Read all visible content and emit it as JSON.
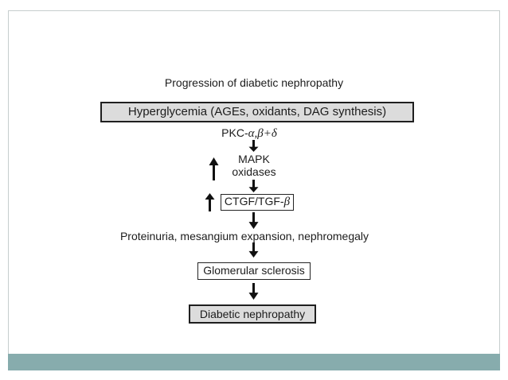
{
  "slide": {
    "title": "Progression of diabetic nephropathy"
  },
  "flow": {
    "hyperglycemia_label": "Hyperglycemia (AGEs, oxidants, DAG synthesis)",
    "pkc_prefix": "PKC-",
    "pkc_greek": "α,β+δ",
    "mapk_line1": "MAPK",
    "mapk_line2": "oxidases",
    "ctgf_prefix": "CTGF/TGF-",
    "ctgf_greek": "β",
    "proteinuria_label": "Proteinuria, mesangium expansion, nephromegaly",
    "glomerular_label": "Glomerular sclerosis",
    "diabetic_label": "Diabetic nephropathy"
  },
  "icons": {
    "down_arrow": "↓",
    "up_arrow": "↑"
  },
  "colors": {
    "accent_bar": "#87acad",
    "frame_border": "#c6cdcd",
    "node_fill_gray": "#dcdcdc",
    "node_border": "#1f1f1f",
    "text": "#1c1c1c"
  }
}
